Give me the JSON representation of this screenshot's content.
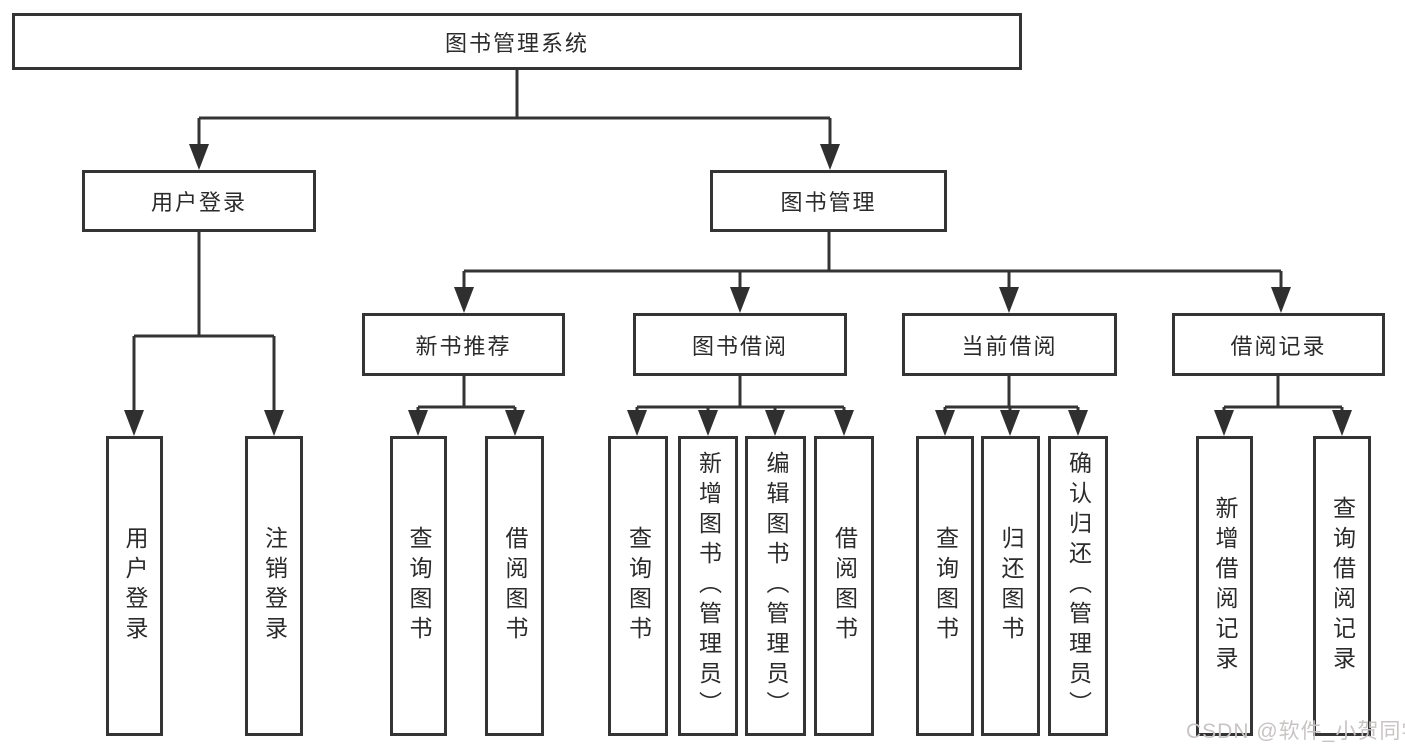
{
  "title": "图书管理系统",
  "branches": {
    "userLogin": {
      "label": "用户登录",
      "leaves": [
        "用户登录",
        "注销登录"
      ]
    },
    "bookMgmt": {
      "label": "图书管理"
    },
    "newBooks": {
      "label": "新书推荐",
      "leaves": [
        "查询图书",
        "借阅图书"
      ]
    },
    "borrow": {
      "label": "图书借阅",
      "leaves": [
        "查询图书",
        "新增图书（管理员）",
        "编辑图书（管理员）",
        "借阅图书"
      ]
    },
    "current": {
      "label": "当前借阅",
      "leaves": [
        "查询图书",
        "归还图书",
        "确认归还（管理员）"
      ]
    },
    "records": {
      "label": "借阅记录",
      "leaves": [
        "新增借阅记录",
        "查询借阅记录"
      ]
    }
  },
  "watermark": "CSDN @软件_小贺同学",
  "colors": {
    "line": "#343434",
    "text": "#2b2b2b",
    "watermark": "#c9c4c4",
    "background": "#ffffff"
  }
}
